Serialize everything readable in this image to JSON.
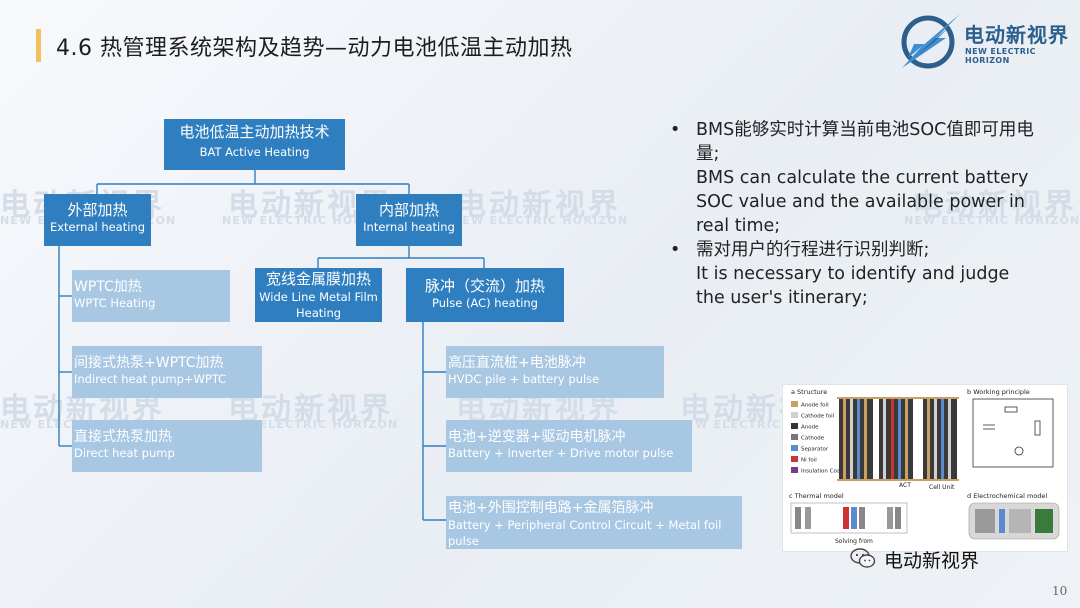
{
  "header": {
    "title": "4.6 热管理系统架构及趋势—动力电池低温主动加热"
  },
  "logo": {
    "cn": "电动新视界",
    "en": "NEW ELECTRIC HORIZON"
  },
  "watermark": {
    "cn": "电动新视界",
    "en": "NEW ELECTRIC HORIZON"
  },
  "tree": {
    "root": {
      "cn": "电池低温主动加热技术",
      "en": "BAT Active Heating"
    },
    "external": {
      "cn": "外部加热",
      "en": "External heating"
    },
    "internal": {
      "cn": "内部加热",
      "en": "Internal heating"
    },
    "wptc": {
      "cn": "WPTC加热",
      "en": "WPTC Heating"
    },
    "indirect": {
      "cn": "间接式热泵+WPTC加热",
      "en": "Indirect heat pump+WPTC"
    },
    "direct": {
      "cn": "直接式热泵加热",
      "en": "Direct heat pump"
    },
    "metal_film": {
      "cn": "宽线金属膜加热",
      "en": "Wide Line Metal Film Heating"
    },
    "pulse": {
      "cn": "脉冲（交流）加热",
      "en": "Pulse (AC) heating"
    },
    "hvdc": {
      "cn": "高压直流桩+电池脉冲",
      "en": "HVDC pile + battery pulse"
    },
    "inverter": {
      "cn": "电池+逆变器+驱动电机脉冲",
      "en": "Battery + Inverter + Drive motor pulse"
    },
    "peripheral": {
      "cn": "电池+外围控制电路+金属箔脉冲",
      "en": "Battery + Peripheral Control Circuit + Metal foil pulse"
    }
  },
  "bullets": [
    {
      "cn": "BMS能够实时计算当前电池SOC值即可用电量;",
      "en": "BMS can calculate the current battery SOC value and the available power in real time;"
    },
    {
      "cn": "需对用户的行程进行识别判断;",
      "en": "It is necessary to identify and judge the user's itinerary;"
    }
  ],
  "figure": {
    "structure_label": "a Structure",
    "principle_label": "b Working principle",
    "thermal_label": "c Thermal model",
    "electro_label": "d Electrochemical model",
    "legend": [
      "Anode foil",
      "Cathode foil",
      "Anode",
      "Cathode",
      "Separator",
      "Ni foil",
      "Insulation Coating"
    ],
    "legend_colors": [
      "#c9a063",
      "#d0d0d0",
      "#333333",
      "#777777",
      "#5a8ad0",
      "#cc3333",
      "#7a3a8a"
    ],
    "cell_unit": "Cell Unit",
    "act": "ACT",
    "solving": "Solving from"
  },
  "footer": {
    "wechat": "电动新视界",
    "page": "10"
  },
  "colors": {
    "node": "#2f7fc0",
    "node_light": "#a8c7e3",
    "line": "#2f7fc0",
    "accent": "#f2c05c"
  }
}
